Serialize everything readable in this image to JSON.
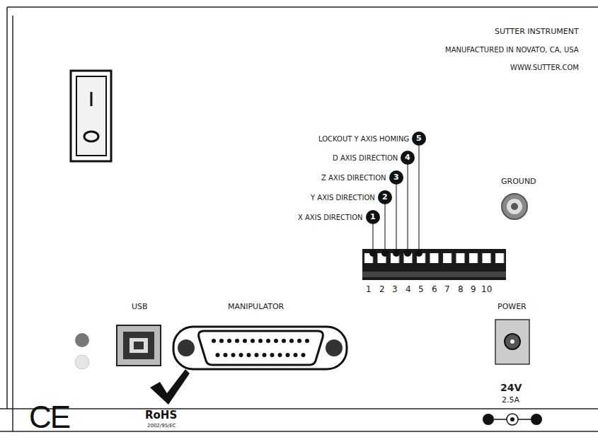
{
  "diagram": {
    "labels": [
      "SUTTER INSTRUMENT",
      "MANUFACTURED IN NOVATO, CA, USA",
      "WWW.SUTTER.COM",
      "LOCKOUT Y AXIS HOMING",
      "5",
      "D AXIS DIRECTION",
      "4",
      "Z AXIS DIRECTION",
      "3",
      "Y AXIS DIRECTION",
      "2",
      "X AXIS DIRECTION",
      "1",
      "GROUND",
      "USB",
      "MANIPULATOR",
      "POWER",
      "1",
      "2",
      "3",
      "4",
      "5",
      "6",
      "7",
      "8",
      "9",
      "10",
      "24V",
      "2.5A",
      "CE",
      "RoHS",
      "2002/95/EC"
    ]
  }
}
